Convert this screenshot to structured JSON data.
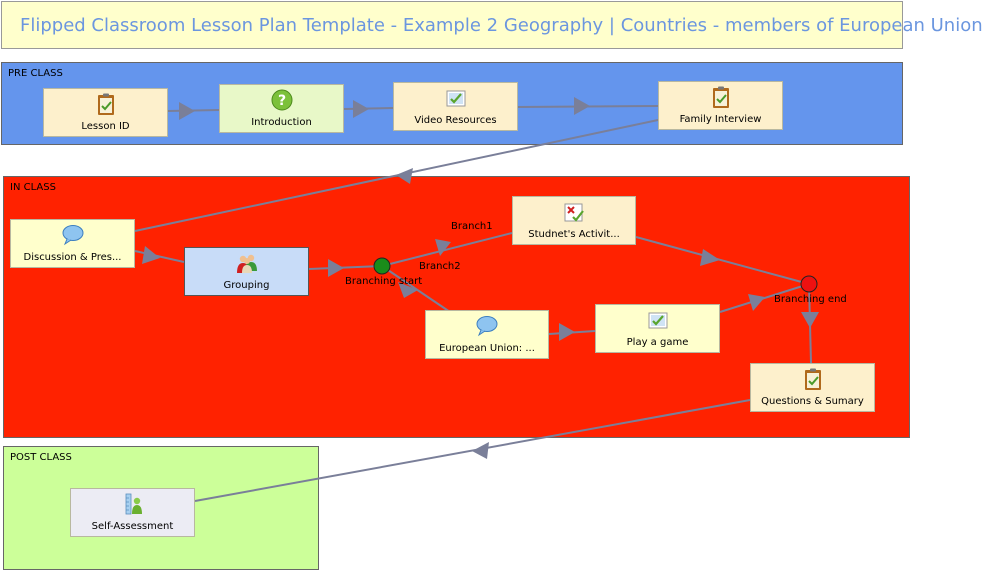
{
  "title": "Flipped Classroom Lesson Plan Template - Example 2 Geography | Countries - members of European Union",
  "zones": {
    "pre": "PRE CLASS",
    "in": "IN CLASS",
    "post": "POST CLASS"
  },
  "colors": {
    "pre_zone": "#6495ed",
    "in_zone": "#ff2200",
    "post_zone": "#ccff99",
    "node_default": "#fdf0cc",
    "node_intro": "#e8f8c8",
    "node_grouping": "#c8dcf8",
    "node_self": "#ececf4",
    "edge": "#7a7f99",
    "branch_start": "#1a8c1a",
    "branch_end": "#ee1111"
  },
  "nodes": {
    "lesson_id": {
      "label": "Lesson ID",
      "icon": "clipboard-icon"
    },
    "introduction": {
      "label": "Introduction",
      "icon": "question-icon"
    },
    "video_resources": {
      "label": "Video Resources",
      "icon": "image-check-icon"
    },
    "family_interview": {
      "label": "Family Interview",
      "icon": "clipboard-icon"
    },
    "discussion": {
      "label": "Discussion & Pres...",
      "icon": "speech-bubble-icon"
    },
    "grouping": {
      "label": "Grouping",
      "icon": "people-icon"
    },
    "student_activity": {
      "label": "Studnet's Activit...",
      "icon": "image-cross-check-icon"
    },
    "european_union": {
      "label": "European Union: ...",
      "icon": "speech-bubble-icon"
    },
    "play_game": {
      "label": "Play a game",
      "icon": "image-check-icon"
    },
    "questions": {
      "label": "Questions & Sumary",
      "icon": "clipboard-icon"
    },
    "self_assessment": {
      "label": "Self-Assessment",
      "icon": "person-ruler-icon"
    }
  },
  "branching": {
    "start_label": "Branching start",
    "end_label": "Branching end",
    "branch1": "Branch1",
    "branch2": "Branch2"
  }
}
